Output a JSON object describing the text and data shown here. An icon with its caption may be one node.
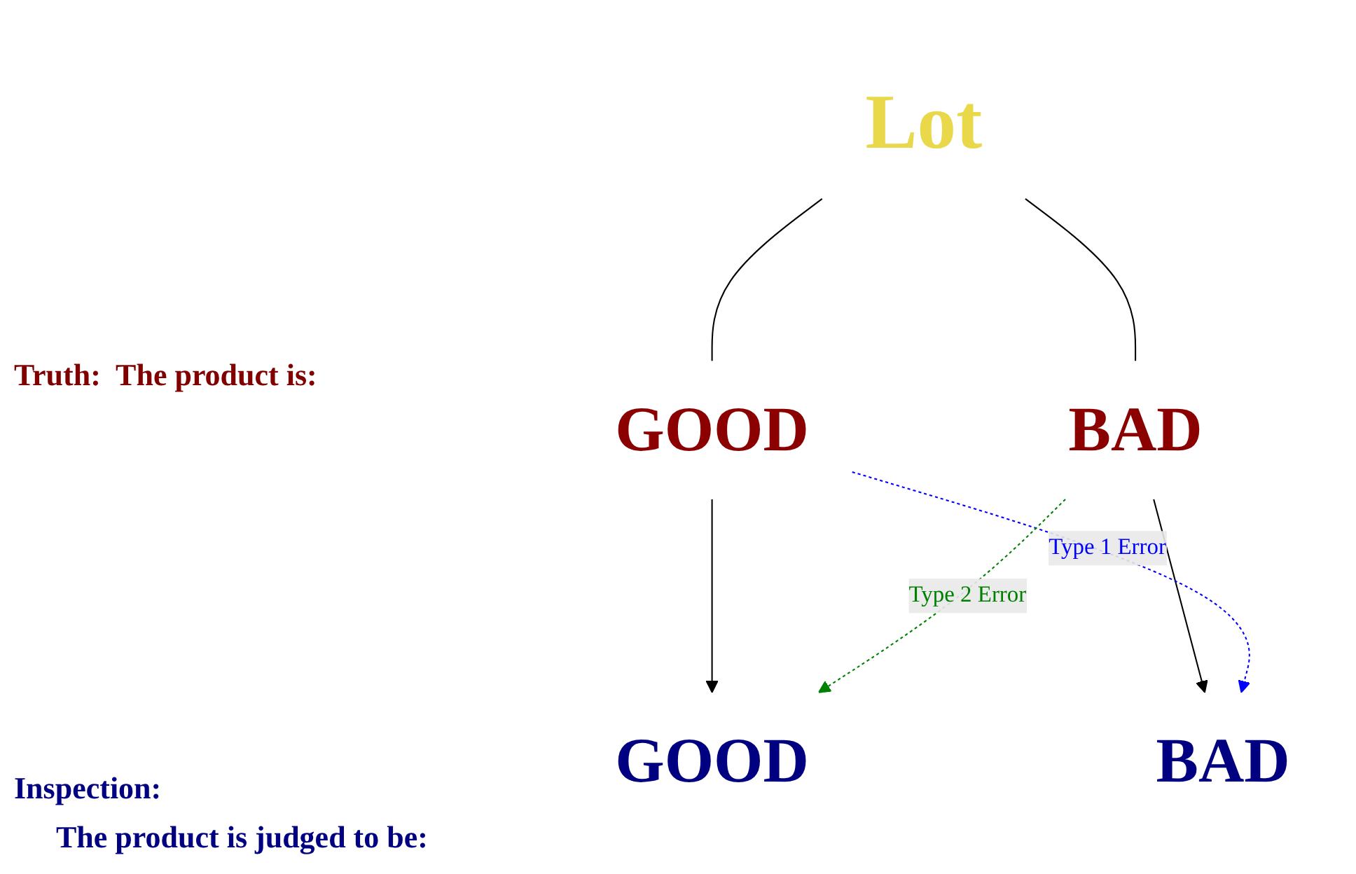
{
  "diagram": {
    "nodes": [
      {
        "text": [
          "Lot"
        ]
      },
      {
        "text": [
          "GOOD"
        ]
      },
      {
        "text": [
          "BAD"
        ]
      },
      {
        "text": [
          "GOOD"
        ]
      },
      {
        "text": [
          "BAD"
        ]
      }
    ],
    "edges": [
      {
        "from": 0,
        "to": 1,
        "arrow": "none"
      },
      {
        "from": 0,
        "to": 2,
        "arrow": "none"
      },
      {
        "from": 1,
        "to": 3,
        "arrow": "to"
      },
      {
        "from": 2,
        "to": 4,
        "arrow": "to"
      },
      {
        "from": 1,
        "to": 4,
        "arrow": "to",
        "label": "Type 1 Error",
        "style": "dashed",
        "color": "#0000ff"
      },
      {
        "from": 2,
        "to": 3,
        "arrow": "to",
        "label": "Type 2 Error",
        "style": "dashed",
        "color": "#008000"
      }
    ],
    "labels": [
      "Truth:  The product is:",
      "Inspection:",
      "The product is judged to be:"
    ]
  }
}
